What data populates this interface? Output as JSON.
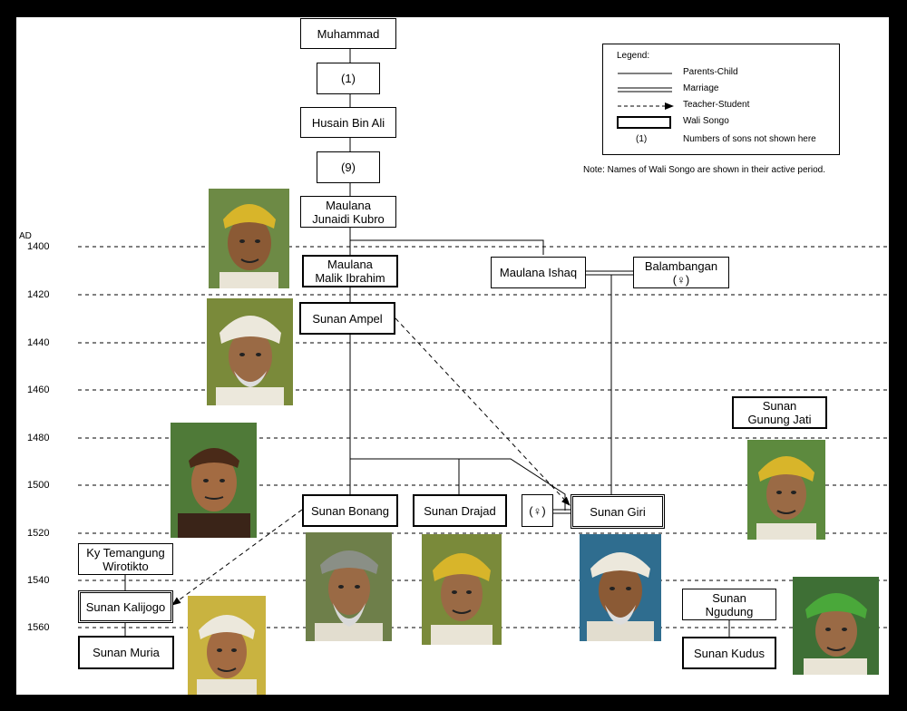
{
  "years": [
    "1400",
    "1420",
    "1440",
    "1460",
    "1480",
    "1500",
    "1520",
    "1540",
    "1560"
  ],
  "axis_unit": "AD",
  "nodes": {
    "muhammad": "Muhammad",
    "sons1": "(1)",
    "husain": "Husain Bin Ali",
    "sons9": "(9)",
    "junaidi": "Maulana\nJunaidi Kubro",
    "malik": "Maulana\nMalik Ibrahim",
    "ishaq": "Maulana Ishaq",
    "balambangan": "Balambangan\n(♀)",
    "ampel": "Sunan Ampel",
    "gunung_jati": "Sunan\nGunung Jati",
    "bonang": "Sunan Bonang",
    "drajad": "Sunan Drajad",
    "female": "(♀)",
    "giri": "Sunan Giri",
    "temangung": "Ky Temangung\nWirotikto",
    "kalijogo": "Sunan Kalijogo",
    "muria": "Sunan Muria",
    "ngudung": "Sunan\nNgudung",
    "kudus": "Sunan Kudus"
  },
  "legend": {
    "title": "Legend:",
    "parents_child": "Parents-Child",
    "marriage": "Marriage",
    "teacher_student": "Teacher-Student",
    "wali_songo": "Wali Songo",
    "sons_symbol": "(1)",
    "sons_label": "Numbers of sons not shown here"
  },
  "note": "Note: Names of Wali Songo are shown in their active period.",
  "colors": {
    "background": "#000000",
    "canvas": "#ffffff",
    "turban_yellow": "#d8b52a",
    "turban_white": "#ece8dc",
    "turban_green": "#4aa83a",
    "skin": "#9a6a45"
  }
}
